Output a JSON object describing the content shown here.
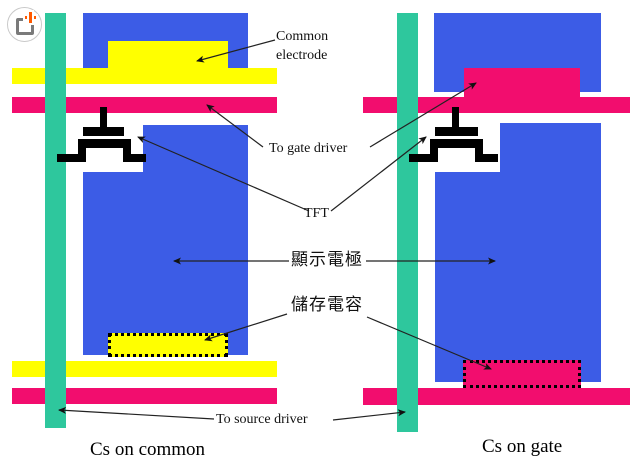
{
  "icon": {
    "name": "expand-add-icon"
  },
  "labels": {
    "common_electrode_line1": "Common",
    "common_electrode_line2": "electrode",
    "to_gate_driver": "To gate driver",
    "tft": "TFT",
    "display_electrode": "顯示電極",
    "storage_capacitor": "儲存電容",
    "to_source_driver": "To source driver"
  },
  "captions": {
    "left": "Cs on common",
    "right": "Cs on gate"
  },
  "colors": {
    "blue": "#3C5CE6",
    "yellow": "#FFFF00",
    "pink": "#F20D6E",
    "green": "#2EC79D",
    "orange": "#FF5A00",
    "ink": "#111111"
  }
}
